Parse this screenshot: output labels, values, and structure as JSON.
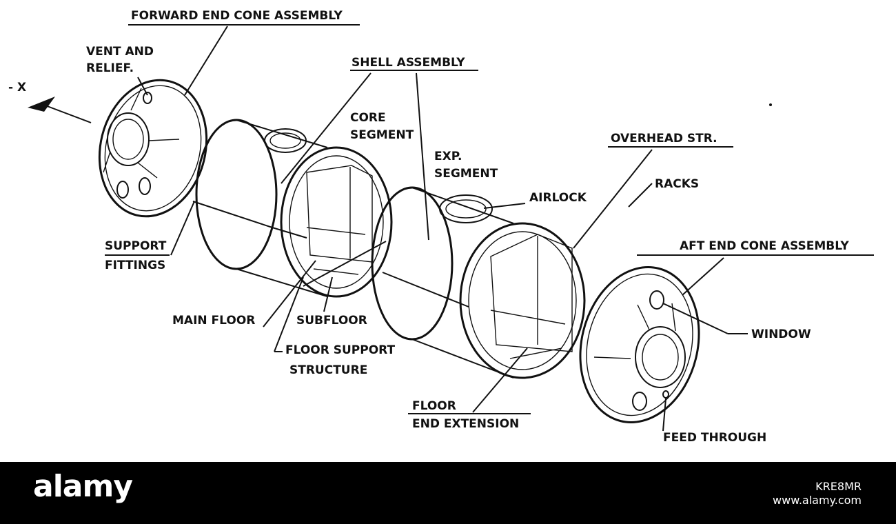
{
  "labels": {
    "forward_end_cone": "FORWARD END CONE ASSEMBLY",
    "vent_line1": "VENT AND",
    "vent_line2": "RELIEF.",
    "minus_x": "- X",
    "shell_assembly": "SHELL ASSEMBLY",
    "core_line1": "CORE",
    "core_line2": "SEGMENT",
    "exp_line1": "EXP.",
    "exp_line2": "SEGMENT",
    "overhead": "OVERHEAD STR.",
    "racks": "RACKS",
    "airlock": "AIRLOCK",
    "aft_end_cone": "AFT END CONE ASSEMBLY",
    "support_line1": "SUPPORT",
    "support_line2": "FITTINGS",
    "main_floor": "MAIN FLOOR",
    "subfloor": "SUBFLOOR",
    "floor_support_line1": "FLOOR SUPPORT",
    "floor_support_line2": "STRUCTURE",
    "window": "WINDOW",
    "floor_end_line1": "FLOOR",
    "floor_end_line2": "END EXTENSION",
    "feed_through": "FEED THROUGH"
  },
  "watermark": {
    "brand": "alamy",
    "image_id": "KRE8MR",
    "site": "www.alamy.com"
  }
}
